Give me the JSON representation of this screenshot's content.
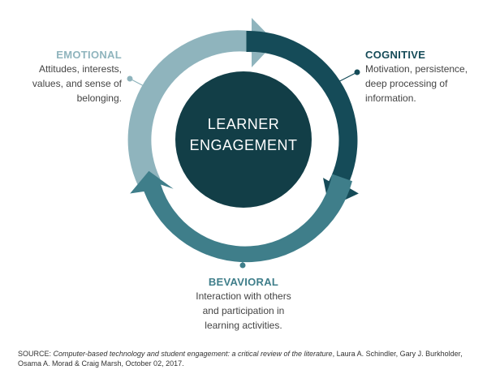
{
  "colors": {
    "emotional": "#8fb4bd",
    "cognitive": "#154b58",
    "behavioral": "#3f7e8a",
    "center": "#123e47",
    "connector": "#2d6f7c"
  },
  "center": {
    "line1": "LEARNER",
    "line2": "ENGAGEMENT"
  },
  "emotional": {
    "title": "EMOTIONAL",
    "lines": [
      "Attitudes, interests,",
      "values, and sense of",
      "belonging."
    ]
  },
  "cognitive": {
    "title": "COGNITIVE",
    "lines": [
      "Motivation, persistence,",
      "deep processing of",
      "information."
    ]
  },
  "behavioral": {
    "title": "BEVAVIORAL",
    "lines": [
      "Interaction with others",
      "and participation in",
      "learning activities."
    ]
  },
  "source": {
    "prefix": "SOURCE: ",
    "title": "Computer-based technology and student engagement: a critical review of the literature",
    "rest": ", Laura A. Schindler, Gary J. Burkholder, Osama A. Morad & Craig Marsh, October 02, 2017."
  }
}
